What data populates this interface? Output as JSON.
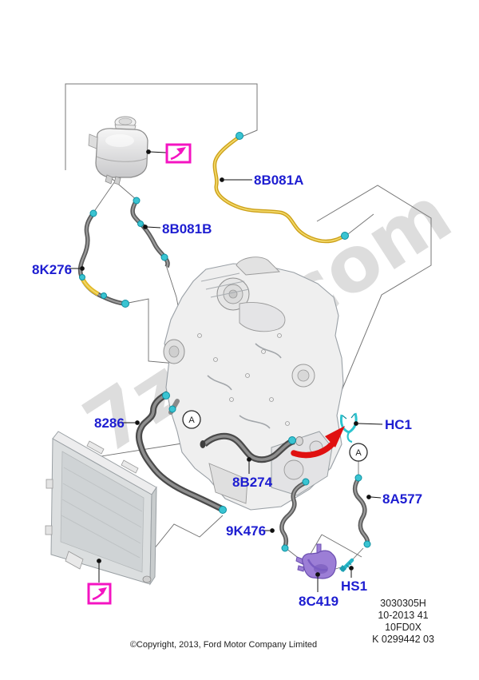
{
  "watermark": "7zap.com",
  "callouts": {
    "a1": "A",
    "a2": "A"
  },
  "labels": {
    "hose_8b081a": "8B081A",
    "hose_8b081b": "8B081B",
    "hose_8k276": "8K276",
    "hose_8286": "8286",
    "hose_8b274": "8B274",
    "hose_9k476": "9K476",
    "hose_8a577": "8A577",
    "clip_hc1": "HC1",
    "screw_hs1": "HS1",
    "valve_8c419": "8C419"
  },
  "footer": {
    "copyright": "©Copyright, 2013, Ford Motor Company Limited",
    "codes": [
      "3030305H",
      "10-2013 41",
      "10FD0X",
      "K 0299442 03"
    ]
  },
  "colors": {
    "label_blue": "#1d1dd1",
    "magenta": "#f414c2",
    "teal_clamp": "#3ac4d2",
    "yellow_hose": "#d8b026",
    "red_arrow": "#e01010",
    "purple_part": "#9c7ed6"
  }
}
